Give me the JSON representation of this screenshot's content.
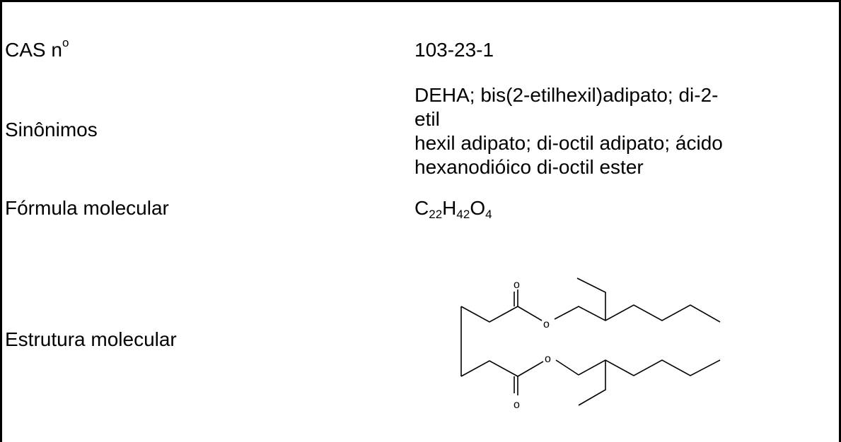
{
  "rows": {
    "cas": {
      "label": "CAS n",
      "label_sup": "o",
      "value": "103-23-1"
    },
    "synonyms": {
      "label": "Sinônimos",
      "value_lines": [
        "DEHA; bis(2-etilhexil)adipato; di-2-etil",
        "hexil adipato; di-octil adipato; ácido",
        "hexanodióico di-octil ester"
      ]
    },
    "formula": {
      "label": "Fórmula molecular",
      "parts": [
        {
          "el": "C",
          "n": "22"
        },
        {
          "el": "H",
          "n": "42"
        },
        {
          "el": "O",
          "n": "4"
        }
      ]
    },
    "structure": {
      "label": "Estrutura molecular",
      "atom_labels": {
        "o_top_carbonyl": "o",
        "o_top_ester": "o",
        "o_bottom_ester": "o",
        "o_bottom_carbonyl": "o"
      }
    }
  }
}
